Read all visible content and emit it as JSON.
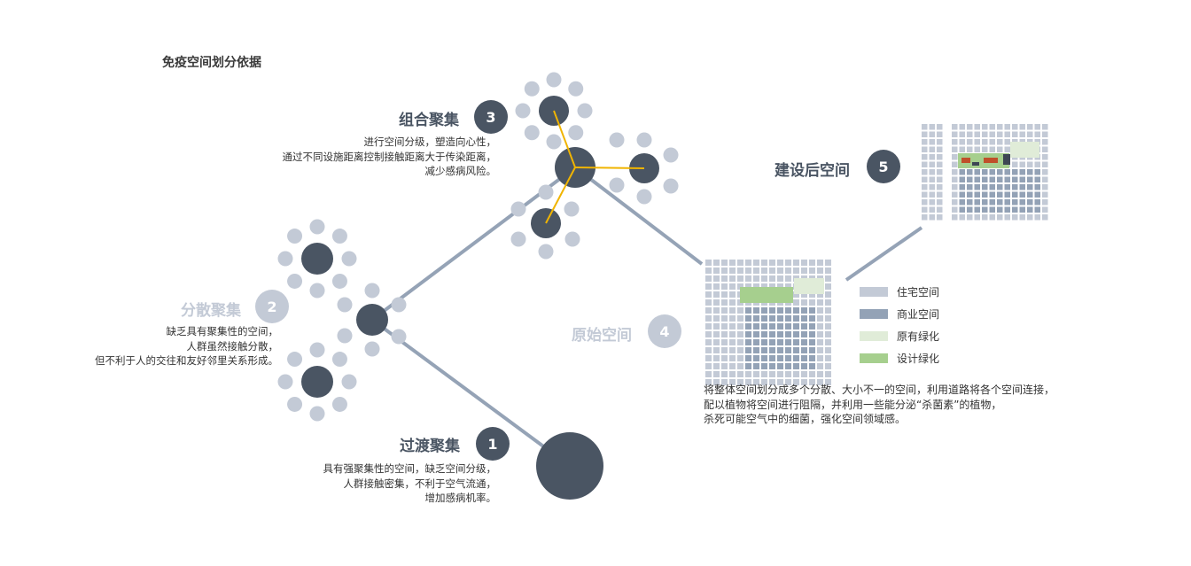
{
  "page_title": "免疫空间划分依据",
  "stages": [
    {
      "number": "1",
      "title": "过渡聚集",
      "lines": [
        "具有强聚集性的空间，缺乏空间分级，",
        "人群接触密集，不利于空气流通，",
        "增加感病机率。"
      ]
    },
    {
      "number": "2",
      "title": "分散聚集",
      "lines": [
        "缺乏具有聚集性的空间，",
        "人群虽然接触分散，",
        "但不利于人的交往和友好邻里关系形成。"
      ]
    },
    {
      "number": "3",
      "title": "组合聚集",
      "lines": [
        "进行空间分级，塑造向心性，",
        "通过不同设施距离控制接触距离大于传染距离，",
        "减少感病风险。"
      ]
    },
    {
      "number": "4",
      "title": "原始空间"
    },
    {
      "number": "5",
      "title": "建设后空间"
    }
  ],
  "legend": [
    {
      "label": "住宅空间",
      "color": "#c3cad6"
    },
    {
      "label": "商业空间",
      "color": "#93a2b6"
    },
    {
      "label": "原有绿化",
      "color": "#e0ecd8"
    },
    {
      "label": "设计绿化",
      "color": "#a6cf8e"
    }
  ],
  "summary_lines": [
    "将整体空间划分成多个分散、大小不一的空间，利用道路将各个空间连接，",
    "配以植物将空间进行阻隔，并利用一些能分泌“杀菌素”的植物，",
    "杀死可能空气中的细菌，强化空间领域感。"
  ],
  "colors": {
    "dark_node": "#4a5563",
    "light_node": "#c3cad6",
    "connector": "#95a3b6",
    "accent_spoke": "#f0b400",
    "residential": "#c3cad6",
    "commercial": "#93a2b6",
    "existing_green": "#e0ecd8",
    "design_green": "#a6cf8e",
    "marker_red": "#c0502a",
    "marker_dark": "#3d4654"
  }
}
